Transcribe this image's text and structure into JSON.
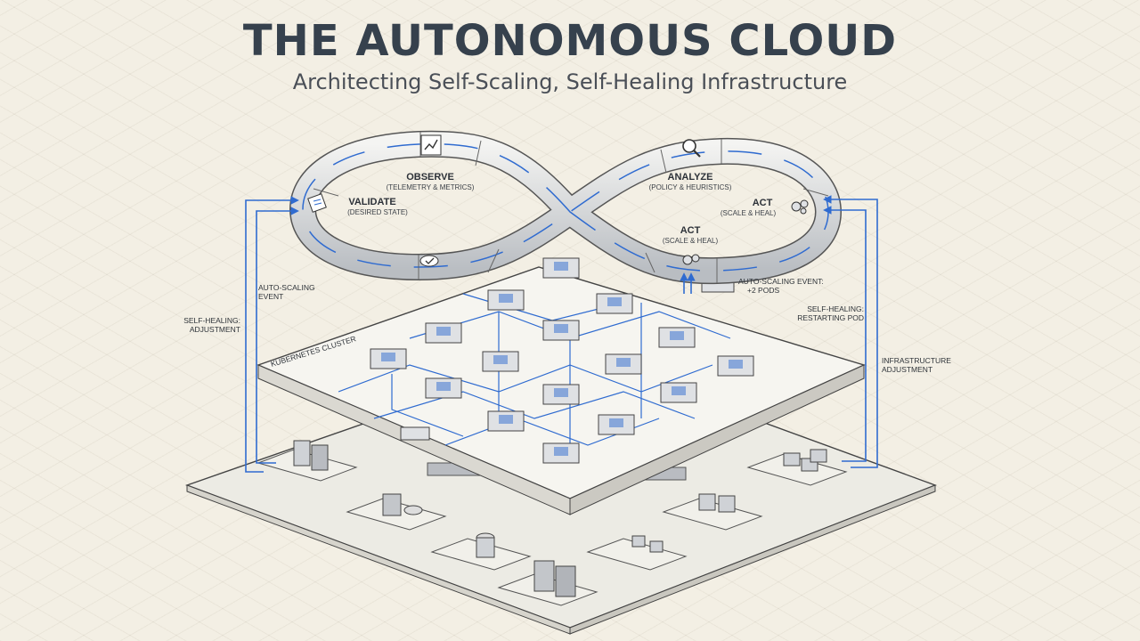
{
  "header": {
    "title": "THE AUTONOMOUS CLOUD",
    "subtitle": "Architecting Self-Scaling, Self-Healing Infrastructure"
  },
  "loop": {
    "observe": {
      "label": "OBSERVE",
      "sub": "(TELEMETRY & METRICS)"
    },
    "validate": {
      "label": "VALIDATE",
      "sub": "(DESIRED STATE)"
    },
    "analyze": {
      "label": "ANALYZE",
      "sub": "(POLICY & HEURISTICS)"
    },
    "act_right": {
      "label": "ACT",
      "sub": "(SCALE & HEAL)"
    },
    "act_bottom": {
      "label": "ACT",
      "sub": "(SCALE & HEAL)"
    }
  },
  "annotations": {
    "auto_scaling_left": [
      "AUTO-SCALING",
      "EVENT"
    ],
    "self_healing_left": [
      "SELF-HEALING:",
      "ADJUSTMENT"
    ],
    "auto_scaling_right": [
      "AUTO-SCALING EVENT:",
      "+2 PODS"
    ],
    "self_healing_right": [
      "SELF-HEALING:",
      "RESTARTING POD"
    ],
    "infra_adjustment": [
      "INFRASTRUCTURE",
      "ADJUSTMENT"
    ]
  },
  "layers": {
    "upper_label": "KUBERNETES CLUSTER"
  },
  "colors": {
    "accent_blue": "#2f6bd0",
    "ink": "#2c3138",
    "paper": "#f3efe4",
    "plate": "#eeebe3"
  },
  "icons": {
    "observe": "line-chart-icon",
    "analyze": "magnifier-icon",
    "act": "gears-icon",
    "validate": "checklist-icon",
    "validate_bottom": "check-icon"
  }
}
